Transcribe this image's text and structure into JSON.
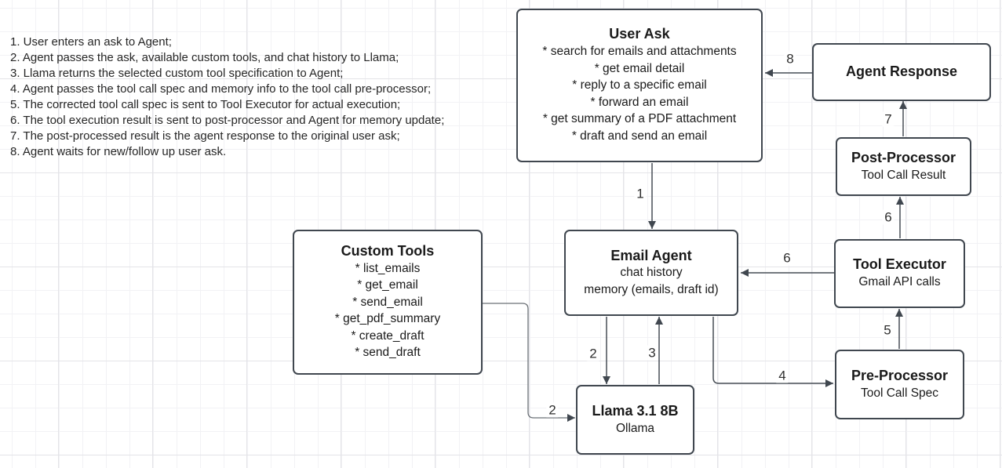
{
  "diagram_notes": {
    "steps": [
      "1. User enters an ask to Agent;",
      "2. Agent passes the ask, available custom tools, and chat history to Llama;",
      "3. Llama returns the selected custom tool specification to Agent;",
      "4. Agent passes the tool call spec and memory info to the tool call pre-processor;",
      "5. The corrected tool call spec is sent to Tool Executor for actual execution;",
      "6. The tool execution result is sent to post-processor and Agent for memory update;",
      "7. The post-processed result is the agent response to the original user ask;",
      "8. Agent waits for new/follow up user ask."
    ]
  },
  "nodes": {
    "user_ask": {
      "title": "User Ask",
      "items": [
        "* search for emails and attachments",
        "* get email detail",
        "* reply to a specific email",
        "* forward an email",
        "* get summary of a PDF attachment",
        "* draft and send an email"
      ]
    },
    "agent_response": {
      "title": "Agent Response"
    },
    "post_processor": {
      "title": "Post-Processor",
      "subtitle": "Tool Call Result"
    },
    "tool_executor": {
      "title": "Tool Executor",
      "subtitle": "Gmail API calls"
    },
    "email_agent": {
      "title": "Email Agent",
      "items": [
        "chat history",
        "memory (emails, draft id)"
      ]
    },
    "custom_tools": {
      "title": "Custom Tools",
      "items": [
        "* list_emails",
        "* get_email",
        "* send_email",
        "* get_pdf_summary",
        "* create_draft",
        "* send_draft"
      ]
    },
    "llama": {
      "title": "Llama 3.1 8B",
      "subtitle": "Ollama"
    },
    "pre_processor": {
      "title": "Pre-Processor",
      "subtitle": "Tool Call Spec"
    }
  },
  "edge_labels": {
    "step1": "1",
    "step2_agent_to_llama": "2",
    "step2_tools_to_llama": "2",
    "step3": "3",
    "step4": "4",
    "step5": "5",
    "step6_to_agent": "6",
    "step6_to_post": "6",
    "step7": "7",
    "step8": "8"
  },
  "colors": {
    "stroke": "#40474f",
    "text": "#1a1a1a",
    "grid_minor": "#f2f2f5",
    "grid_major": "#e4e4e8",
    "background": "#ffffff"
  }
}
